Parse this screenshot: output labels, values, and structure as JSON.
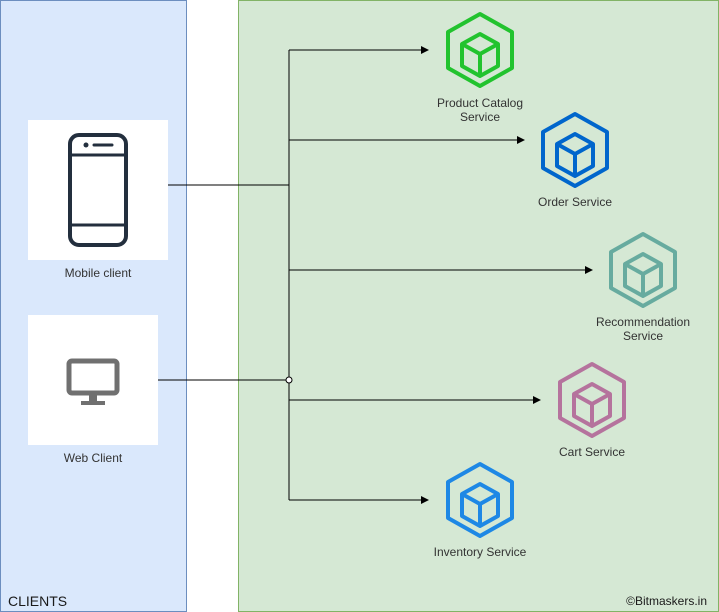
{
  "clients_panel": {
    "title": "CLIENTS"
  },
  "clients": [
    {
      "label": "Mobile client",
      "icon": "smartphone-icon"
    },
    {
      "label": "Web Client",
      "icon": "monitor-icon"
    }
  ],
  "services": [
    {
      "label_line1": "Product Catalog",
      "label_line2": "Service",
      "color": "#22c32e"
    },
    {
      "label_line1": "Order Service",
      "label_line2": "",
      "color": "#0066cc"
    },
    {
      "label_line1": "Recommendation",
      "label_line2": "Service",
      "color": "#67ab9f"
    },
    {
      "label_line1": "Cart Service",
      "label_line2": "",
      "color": "#b5739d"
    },
    {
      "label_line1": "Inventory Service",
      "label_line2": "",
      "color": "#1e88e5"
    }
  ],
  "watermark": "©Bitmaskers.in"
}
